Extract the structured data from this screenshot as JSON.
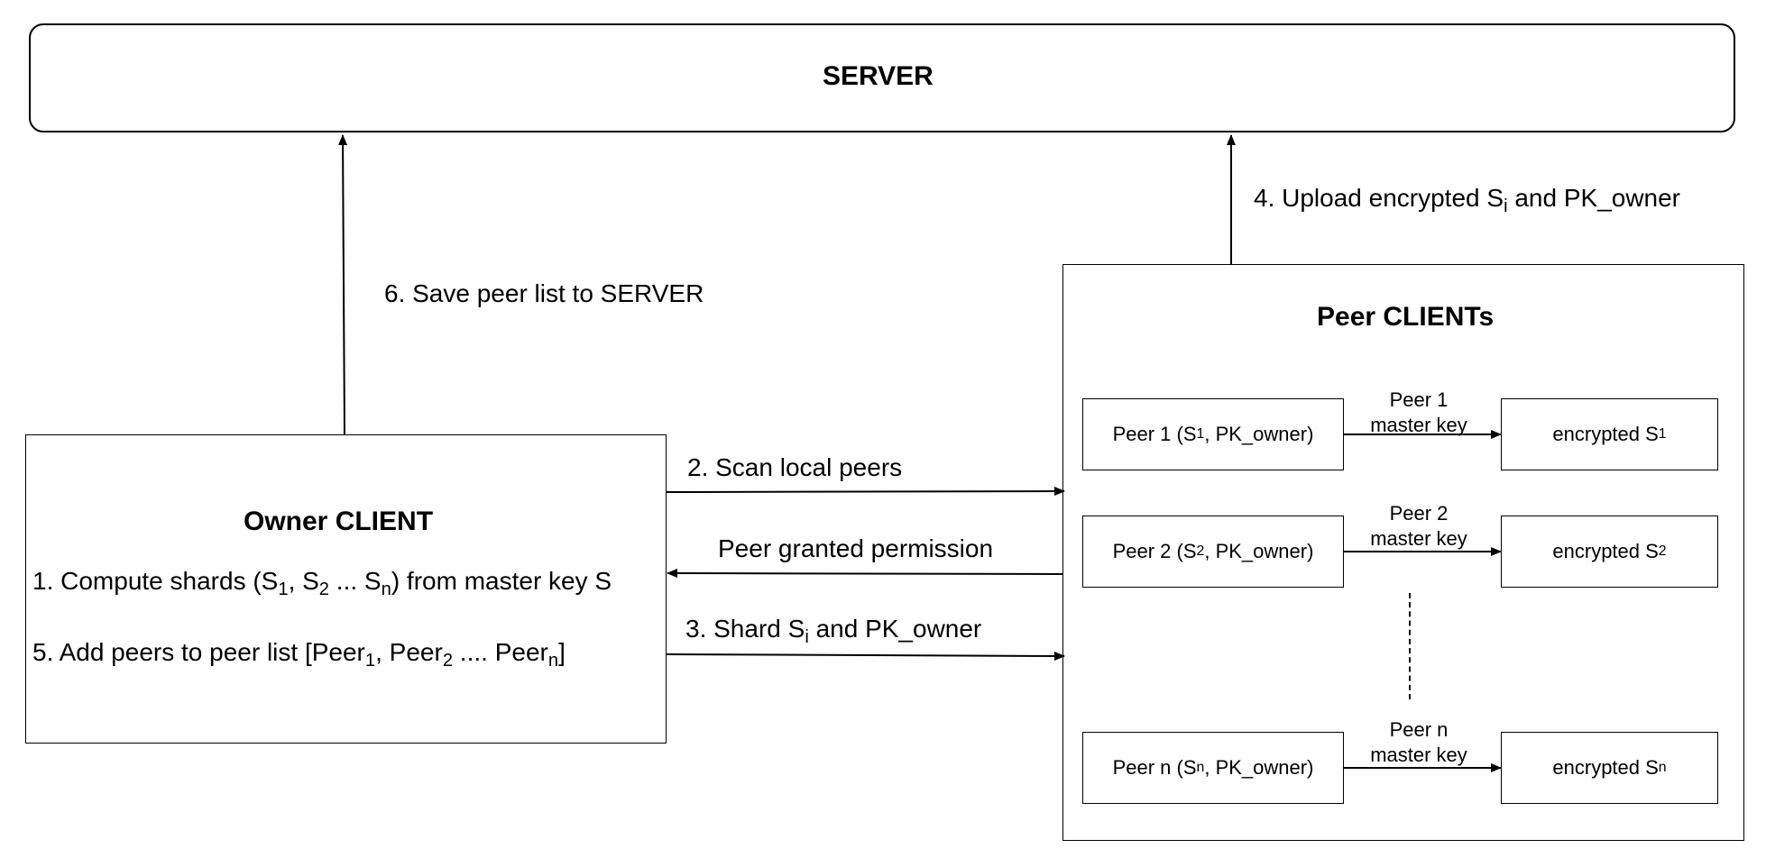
{
  "server": {
    "title": "SERVER"
  },
  "owner": {
    "title": "Owner CLIENT",
    "line1": {
      "pre": "1. Compute shards (S",
      "s1": "1",
      "m1": ", S",
      "s2": "2",
      "m2": " ... S",
      "s3": "n",
      "post": ") from master key S"
    },
    "line5": {
      "pre": "5. Add peers to peer list [Peer",
      "s1": "1",
      "m1": ", Peer",
      "s2": "2",
      "m2": " .... Peer",
      "s3": "n",
      "post": "]"
    }
  },
  "peers": {
    "title": "Peer CLIENTs",
    "rows": [
      {
        "label": "Peer 1 (S",
        "sub": "1",
        "rest": ", PK_owner)",
        "key_line1": "Peer 1",
        "key_line2": "master key",
        "enc": "encrypted S",
        "enc_sub": "1"
      },
      {
        "label": "Peer 2 (S",
        "sub": "2",
        "rest": ", PK_owner)",
        "key_line1": "Peer 2",
        "key_line2": "master key",
        "enc": "encrypted S",
        "enc_sub": "2"
      },
      {
        "label": "Peer n (S",
        "sub": "n",
        "rest": ", PK_owner)",
        "key_line1": "Peer n",
        "key_line2": "master key",
        "enc": "encrypted S",
        "enc_sub": "n"
      }
    ]
  },
  "edges": {
    "step2": "2. Scan local peers",
    "granted": "Peer granted permission",
    "step3": {
      "pre": "3. Shard S",
      "sub": "i",
      "post": " and PK_owner"
    },
    "step4": {
      "pre": "4. Upload encrypted S",
      "sub": "i",
      "post": " and PK_owner"
    },
    "step6": "6. Save peer list to SERVER"
  }
}
